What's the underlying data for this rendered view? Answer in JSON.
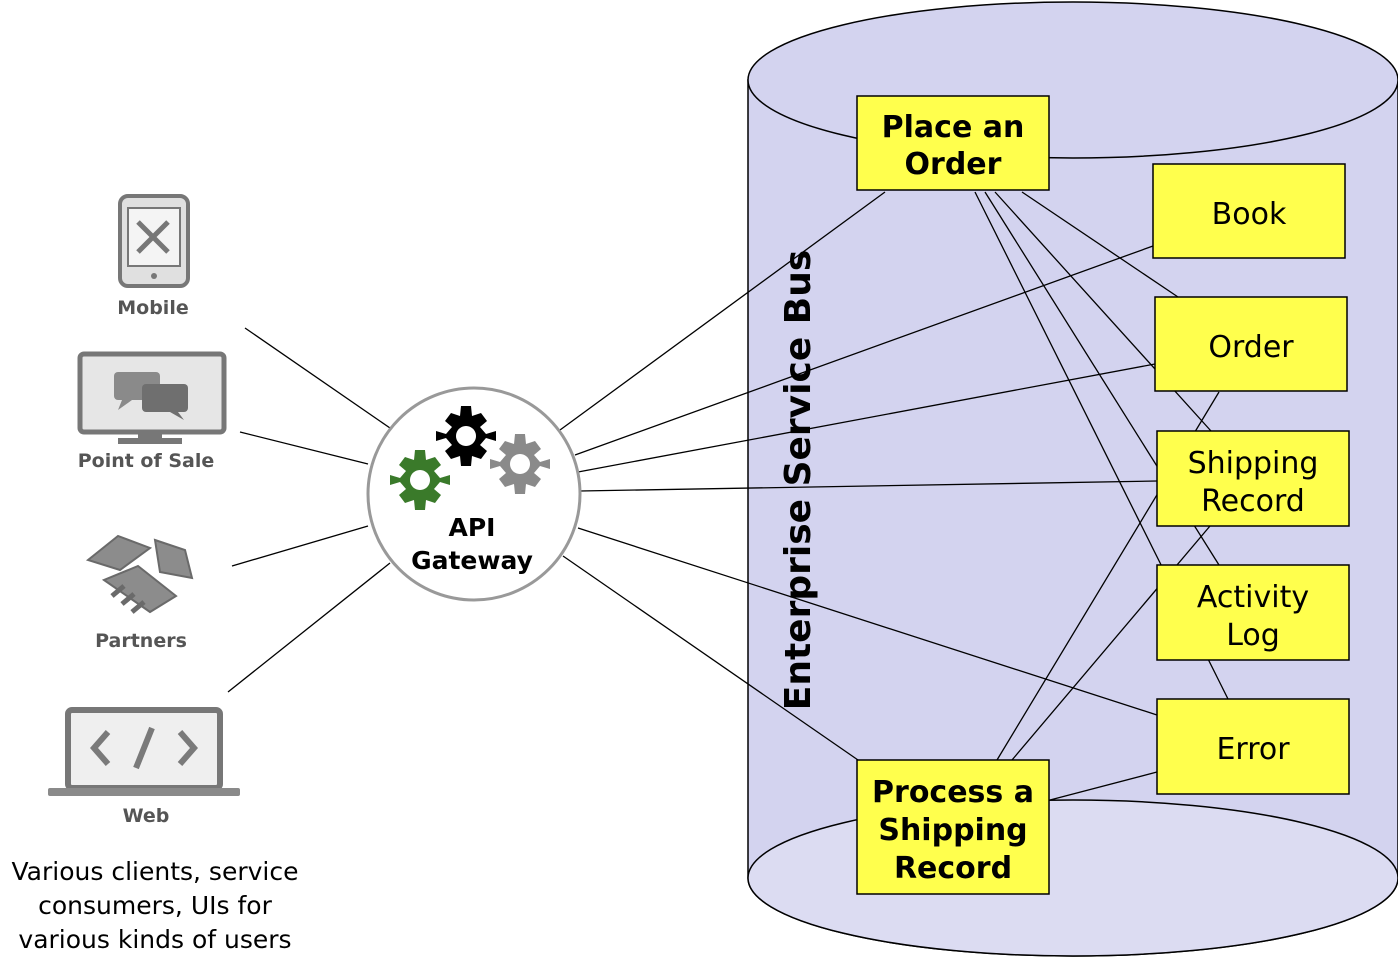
{
  "clients": [
    {
      "id": "mobile",
      "label": "Mobile",
      "icon": "mobile-tools-icon"
    },
    {
      "id": "pos",
      "label": "Point of Sale",
      "icon": "monitor-chat-icon"
    },
    {
      "id": "partners",
      "label": "Partners",
      "icon": "handshake-icon"
    },
    {
      "id": "web",
      "label": "Web",
      "icon": "laptop-code-icon"
    }
  ],
  "clients_caption": [
    "Various clients, service",
    "consumers, UIs for",
    "various kinds of users"
  ],
  "gateway": {
    "lines": [
      "API",
      "Gateway"
    ],
    "icon": "gears-icon"
  },
  "bus": {
    "label": "Enterprise Service Bus",
    "fill": "#d3d3ef",
    "bottom_fill": "#dcdcf2"
  },
  "processes": [
    {
      "id": "place-order",
      "lines": [
        "Place an",
        "Order"
      ]
    },
    {
      "id": "process-shipping",
      "lines": [
        "Process a",
        "Shipping",
        "Record"
      ]
    }
  ],
  "resources": [
    {
      "id": "book",
      "lines": [
        "Book"
      ]
    },
    {
      "id": "order",
      "lines": [
        "Order"
      ]
    },
    {
      "id": "shipping-record",
      "lines": [
        "Shipping",
        "Record"
      ]
    },
    {
      "id": "activity-log",
      "lines": [
        "Activity",
        "Log"
      ]
    },
    {
      "id": "error",
      "lines": [
        "Error"
      ]
    }
  ],
  "colors": {
    "box_fill": "#ffff4d",
    "gear_green": "#3a7a2a",
    "gear_black": "#000000",
    "gear_gray": "#8a8a8a",
    "icon_gray": "#777777"
  }
}
